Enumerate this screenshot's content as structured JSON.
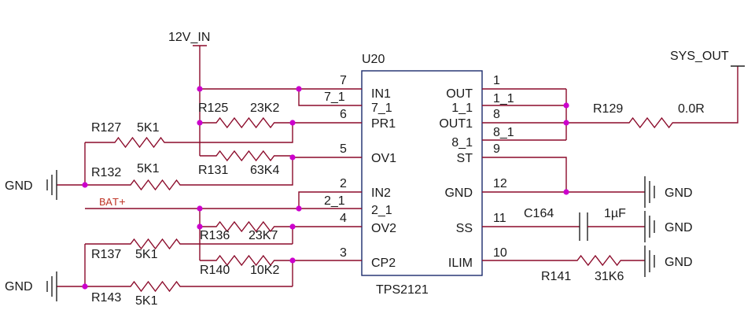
{
  "ic": {
    "ref": "U20",
    "part": "TPS2121"
  },
  "ic_pins_left": [
    {
      "name": "IN1",
      "number": "7"
    },
    {
      "name": "7_1",
      "number": "7_1"
    },
    {
      "name": "PR1",
      "number": "6"
    },
    {
      "name": "OV1",
      "number": "5"
    },
    {
      "name": "IN2",
      "number": "2"
    },
    {
      "name": "2_1",
      "number": "2_1"
    },
    {
      "name": "OV2",
      "number": "4"
    },
    {
      "name": "CP2",
      "number": "3"
    }
  ],
  "ic_pins_right": [
    {
      "name": "OUT",
      "number": "1"
    },
    {
      "name": "1_1",
      "number": "1_1"
    },
    {
      "name": "OUT1",
      "number": "8"
    },
    {
      "name": "8_1",
      "number": "8_1"
    },
    {
      "name": "ST",
      "number": "9"
    },
    {
      "name": "GND",
      "number": "12"
    },
    {
      "name": "SS",
      "number": "11"
    },
    {
      "name": "ILIM",
      "number": "10"
    }
  ],
  "resistors": [
    {
      "ref": "R125",
      "value": "23K2"
    },
    {
      "ref": "R127",
      "value": "5K1"
    },
    {
      "ref": "R131",
      "value": "63K4"
    },
    {
      "ref": "R132",
      "value": "5K1"
    },
    {
      "ref": "R136",
      "value": "23K7"
    },
    {
      "ref": "R137",
      "value": "5K1"
    },
    {
      "ref": "R140",
      "value": "10K2"
    },
    {
      "ref": "R143",
      "value": "5K1"
    },
    {
      "ref": "R129",
      "value": "0.0R"
    },
    {
      "ref": "R141",
      "value": "31K6"
    }
  ],
  "capacitor": {
    "ref": "C164",
    "value": "1µF"
  },
  "nets": {
    "input1": "12V_IN",
    "input2": "BAT+",
    "output": "SYS_OUT",
    "ground": "GND"
  },
  "colors": {
    "wire": "#8b0a2a",
    "junction": "#cc00cc",
    "ic_outline": "#1b2a6b",
    "bat_label": "#c0392b"
  }
}
